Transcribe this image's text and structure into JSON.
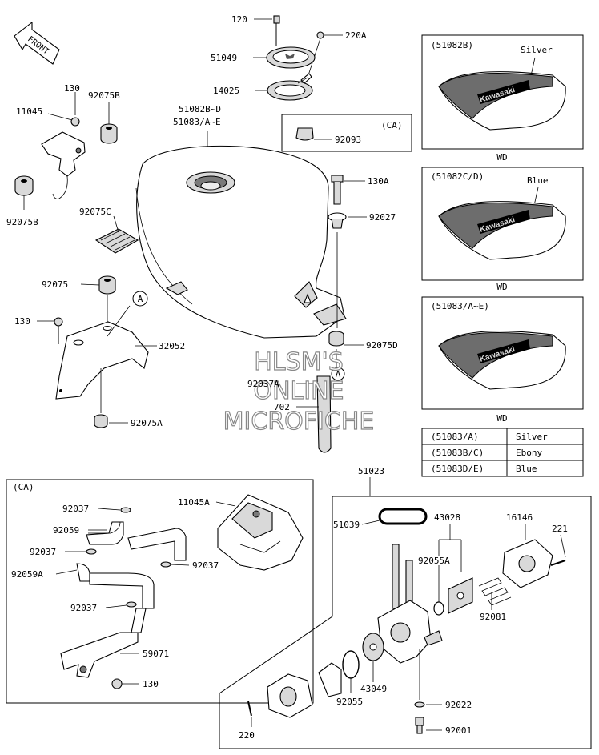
{
  "front_arrow": {
    "label": "FRONT"
  },
  "watermark": {
    "line1": "HLSM'S",
    "line2": "ONLINE",
    "line3": "MICROFICHE"
  },
  "parts": {
    "p120": "120",
    "p220A": "220A",
    "p51049": "51049",
    "p14025": "14025",
    "p130_top": "130",
    "p11045": "11045",
    "p92075B_top": "92075B",
    "p51082BD": "51082B~D",
    "p51083AE": "51083/A~E",
    "p92093": "92093",
    "p92075B_left": "92075B",
    "p92075C": "92075C",
    "p130A": "130A",
    "p92027": "92027",
    "p92075": "92075",
    "p130_mid": "130",
    "p32052": "32052",
    "p92075D": "92075D",
    "p92037A": "92037A",
    "p702": "702",
    "p92075A": "92075A",
    "p51023": "51023",
    "p11045A": "11045A",
    "p92037_1": "92037",
    "p92059": "92059",
    "p92037_2": "92037",
    "p92059A": "92059A",
    "p92037_3": "92037",
    "p92037_4": "92037",
    "p59071": "59071",
    "p130_low": "130",
    "p51039": "51039",
    "p43028": "43028",
    "p16146": "16146",
    "p221": "221",
    "p92055A": "92055A",
    "p92081": "92081",
    "p43049": "43049",
    "p92055": "92055",
    "p92022": "92022",
    "p220": "220",
    "p92001": "92001"
  },
  "callouts": {
    "ca_small": "(CA)",
    "ca_big": "(CA)",
    "mark_A1": "A",
    "mark_A2": "A"
  },
  "variants": {
    "box1": {
      "code": "(51082B)",
      "color": "Silver",
      "brand": "Kawasaki",
      "footer": "WD"
    },
    "box2": {
      "code": "(51082C/D)",
      "color": "Blue",
      "brand": "Kawasaki",
      "footer": "WD"
    },
    "box3": {
      "code": "(51083/A~E)",
      "brand": "Kawasaki",
      "footer": "WD"
    }
  },
  "color_table": {
    "rows": [
      {
        "code": "(51083/A)",
        "color": "Silver"
      },
      {
        "code": "(51083B/C)",
        "color": "Ebony"
      },
      {
        "code": "(51083D/E)",
        "color": "Blue"
      }
    ]
  }
}
